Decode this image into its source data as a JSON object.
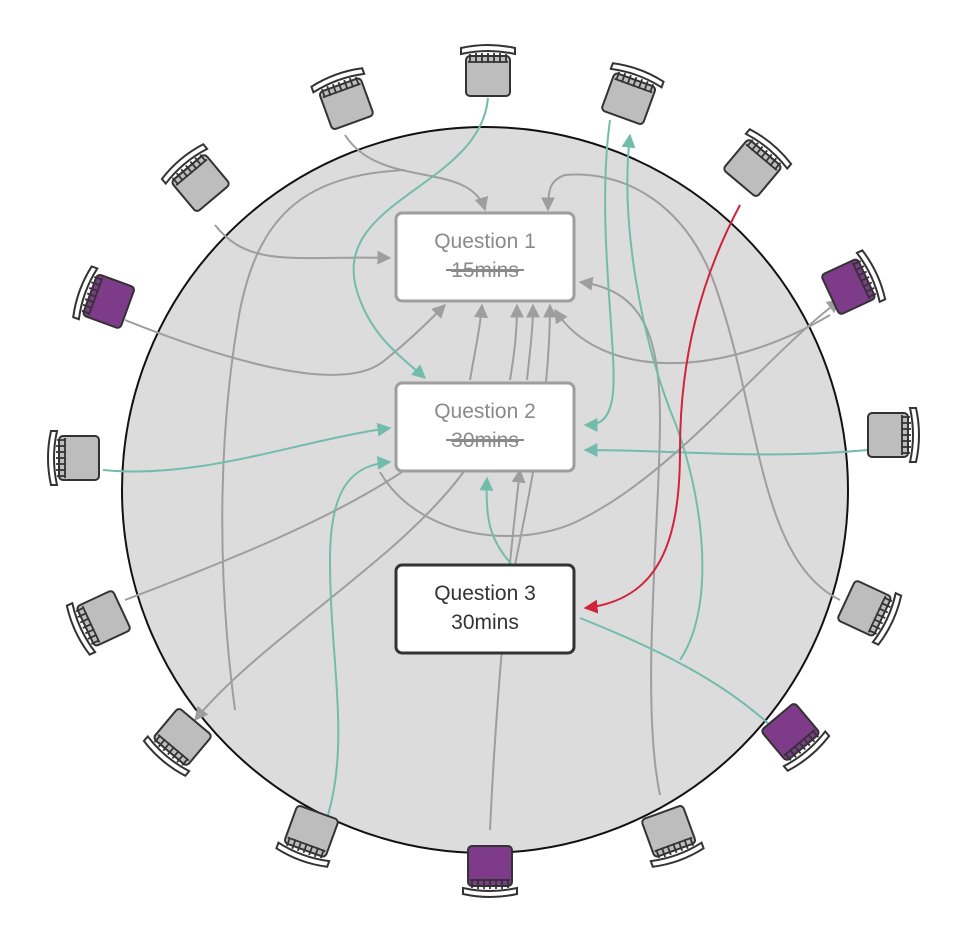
{
  "colors": {
    "table_fill": "#dcdcdc",
    "chair_gray": "#bdbdbd",
    "chair_purple": "#7e3b8a",
    "arrow_gray": "#9e9e9e",
    "arrow_teal": "#72bcab",
    "arrow_red": "#d0243a",
    "inactive_text": "#8a8a8a",
    "active_text": "#333333"
  },
  "questions": [
    {
      "title": "Question 1",
      "time": "15mins",
      "time_struck": true
    },
    {
      "title": "Question 2",
      "time": "30mins",
      "time_struck": true
    },
    {
      "title": "Question 3",
      "time": "30mins",
      "time_struck": false
    }
  ],
  "chairs": [
    {
      "id": "chair-1",
      "color": "gray"
    },
    {
      "id": "chair-2",
      "color": "gray"
    },
    {
      "id": "chair-3",
      "color": "gray"
    },
    {
      "id": "chair-4",
      "color": "purple"
    },
    {
      "id": "chair-5",
      "color": "gray"
    },
    {
      "id": "chair-6",
      "color": "gray"
    },
    {
      "id": "chair-7",
      "color": "gray"
    },
    {
      "id": "chair-8",
      "color": "gray"
    },
    {
      "id": "chair-9",
      "color": "purple"
    },
    {
      "id": "chair-10",
      "color": "gray"
    },
    {
      "id": "chair-11",
      "color": "gray"
    },
    {
      "id": "chair-12",
      "color": "gray"
    },
    {
      "id": "chair-13",
      "color": "purple"
    },
    {
      "id": "chair-14",
      "color": "gray"
    },
    {
      "id": "chair-15",
      "color": "gray"
    },
    {
      "id": "chair-16",
      "color": "purple"
    }
  ]
}
